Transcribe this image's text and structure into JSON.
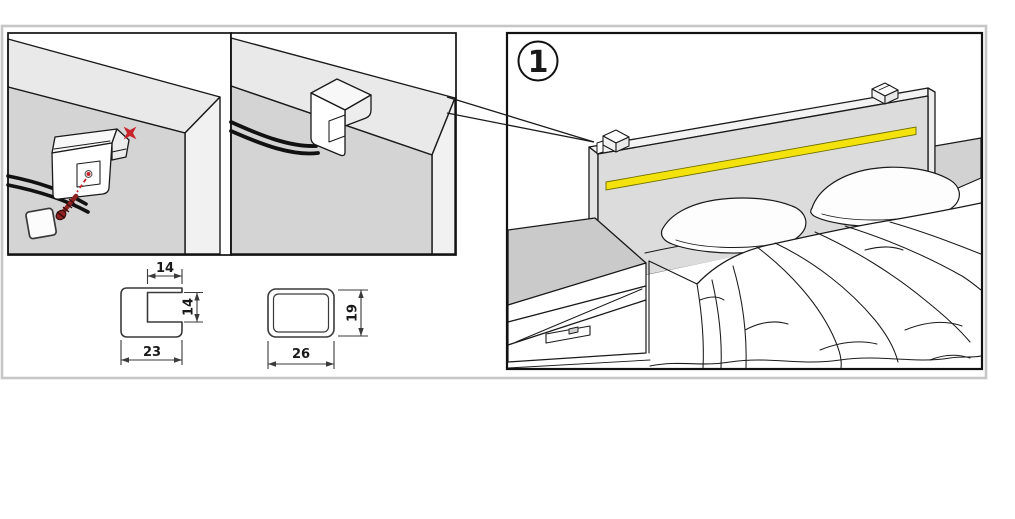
{
  "step": {
    "number": "1"
  },
  "profiles": {
    "clip": {
      "slot_width": "14",
      "slot_depth": "14",
      "width": "23"
    },
    "cap": {
      "width": "26",
      "height": "19"
    }
  },
  "colors": {
    "led_strip": "#f3e20b",
    "led_strip_edge": "#6f6f00",
    "marker_red": "#c9232b",
    "screw_red": "#8f2121",
    "board_face": "#d4d4d4",
    "board_top": "#e9e9e9",
    "board_side": "#f1f1f1",
    "headboard_face": "#dcdcdc",
    "headboard_top": "#f3f3f3",
    "headboard_edge": "#e4e4e4",
    "nightstand_top": "#cacaca",
    "wall_gray": "#d2d2d2",
    "frame_border": "#c6c6c6",
    "ink": "#1a1a1a"
  },
  "symbols": {
    "marker": "four-point-star",
    "fastener": "screw",
    "cables": "twin-cable"
  }
}
